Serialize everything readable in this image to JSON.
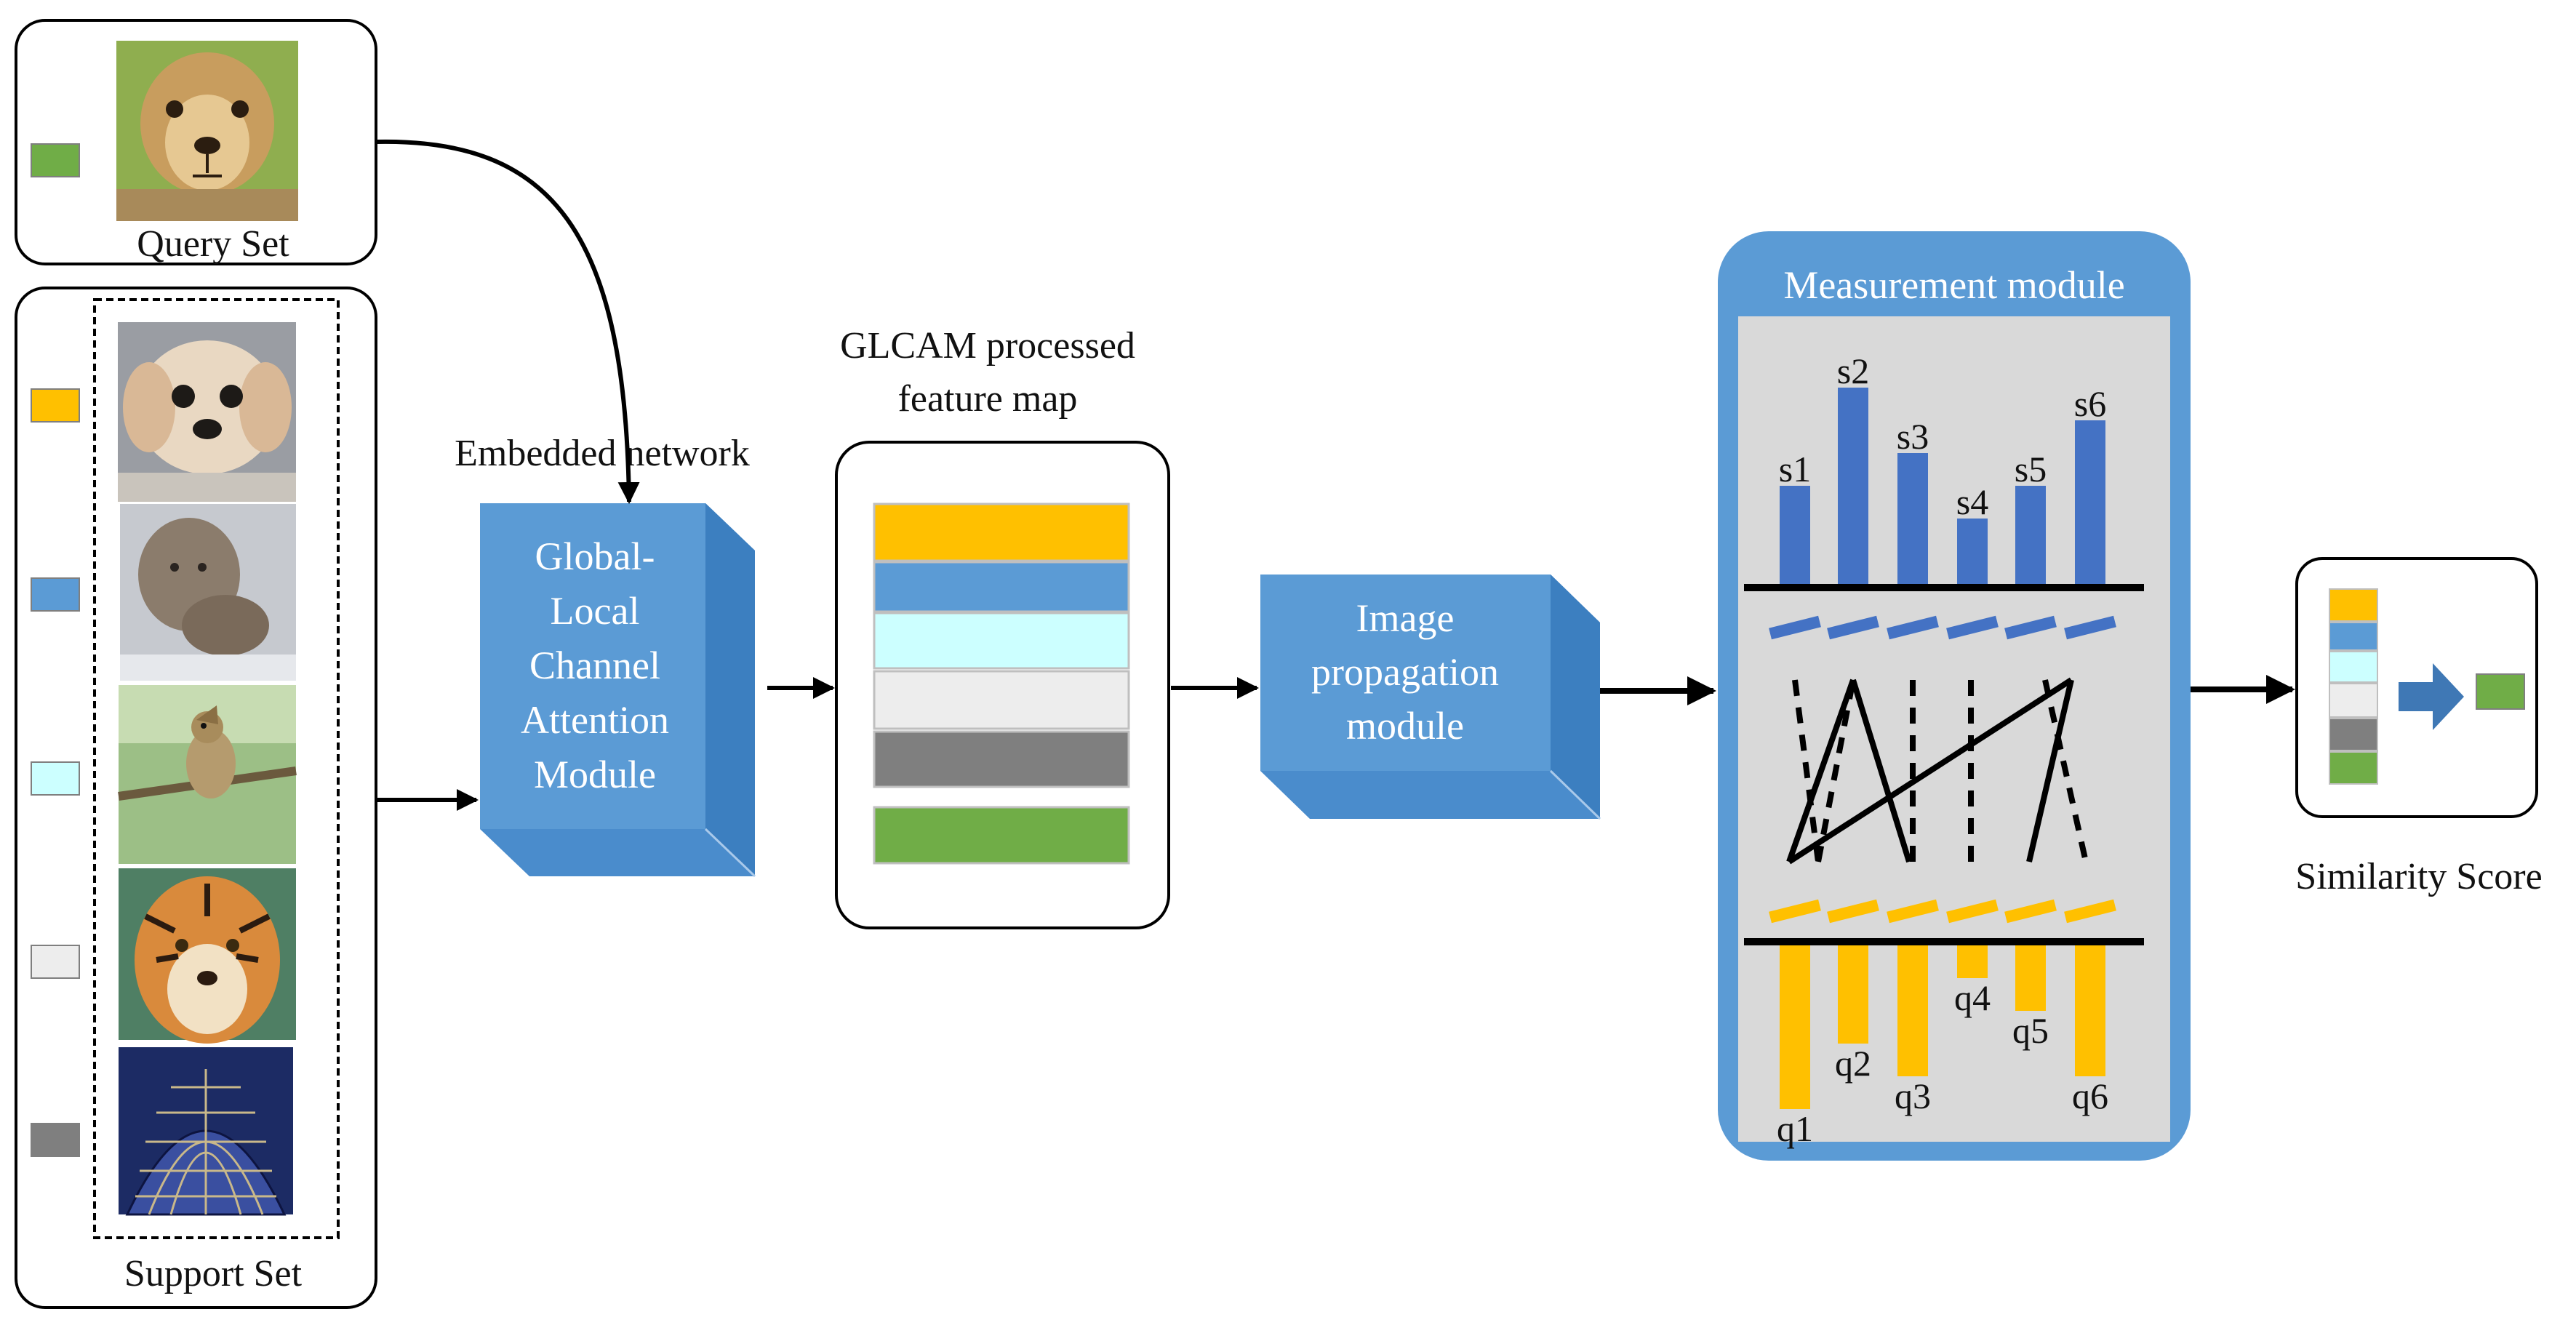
{
  "query_set": {
    "label": "Query Set",
    "swatch_color": "#70AD47",
    "image": "cheetah-cub-photo"
  },
  "support_set": {
    "label": "Support Set",
    "items": [
      {
        "swatch_color": "#FFC000",
        "image": "puppy-photo"
      },
      {
        "swatch_color": "#5B9BD5",
        "image": "lynx-photo"
      },
      {
        "swatch_color": "#CCFFFF",
        "image": "bird-photo"
      },
      {
        "swatch_color": "#EDEDED",
        "image": "tiger-photo"
      },
      {
        "swatch_color": "#7F7F7F",
        "image": "dome-photo"
      }
    ]
  },
  "embedded_network": {
    "caption": "Embedded network",
    "lines": [
      "Global-",
      "Local",
      "Channel",
      "Attention",
      "Module"
    ]
  },
  "feature_map": {
    "caption_lines": [
      "GLCAM processed",
      "feature map"
    ],
    "bands": [
      "#FFC000",
      "#5B9BD5",
      "#CCFFFF",
      "#EDEDED",
      "#7F7F7F",
      "#70AD47"
    ]
  },
  "propagation": {
    "lines": [
      "Image",
      "propagation",
      "module"
    ]
  },
  "measurement": {
    "title": "Measurement module",
    "s_labels": [
      "s1",
      "s2",
      "s3",
      "s4",
      "s5",
      "s6"
    ],
    "s_values": [
      3,
      6,
      4,
      2,
      3,
      5
    ],
    "q_labels": [
      "q1",
      "q2",
      "q3",
      "q4",
      "q5",
      "q6"
    ],
    "q_values": [
      5,
      3,
      4,
      1,
      2,
      4
    ]
  },
  "similarity": {
    "caption": "Similarity Score",
    "stack": [
      "#FFC000",
      "#5B9BD5",
      "#CCFFFF",
      "#EDEDED",
      "#7F7F7F",
      "#70AD47"
    ],
    "result_color": "#70AD47"
  },
  "colors": {
    "accent_blue": "#5B9BD5",
    "bar_blue": "#4472C4",
    "bar_gold": "#FFC000",
    "panel_gray": "#D9D9D9"
  }
}
